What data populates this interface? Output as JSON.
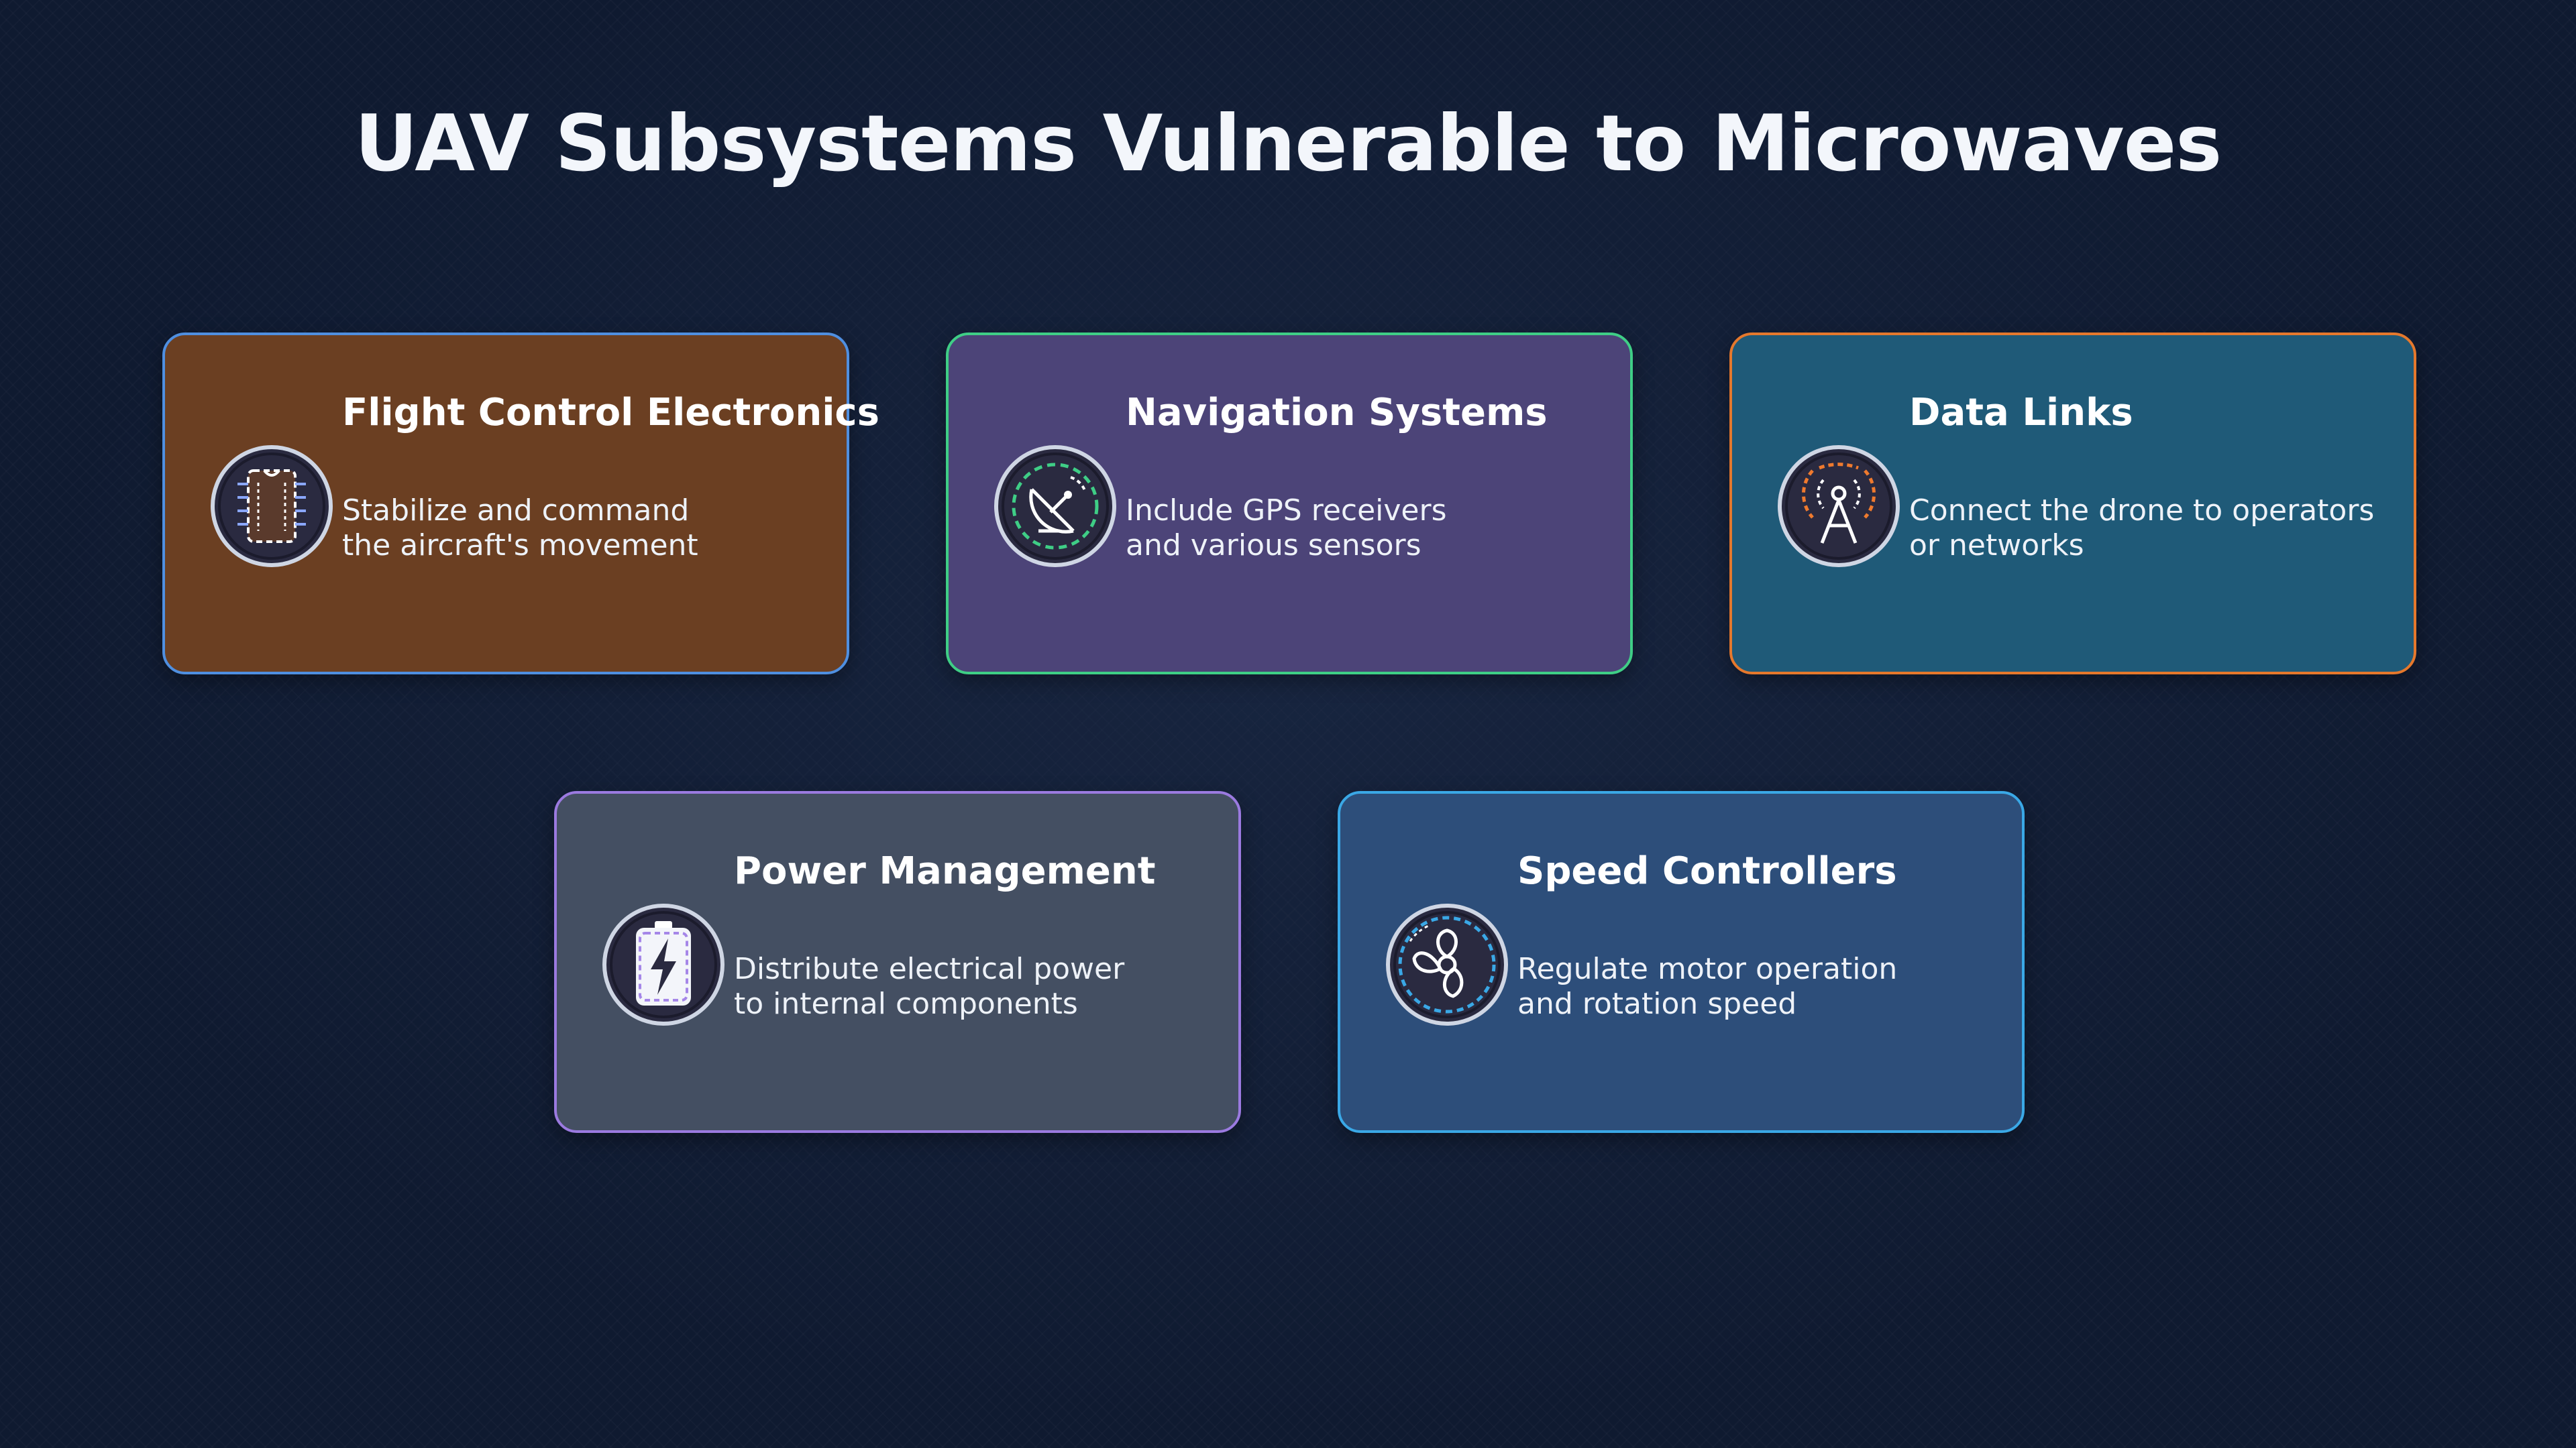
{
  "title": "UAV Subsystems Vulnerable to Microwaves",
  "cards": [
    {
      "title": "Flight Control Electronics",
      "desc_line1": "Stabilize and command",
      "desc_line2": "the aircraft's movement",
      "icon": "chip-icon",
      "bg": "#6b3f22",
      "border": "#4f8fe0",
      "accent": "#8aa7ff"
    },
    {
      "title": "Navigation Systems",
      "desc_line1": "Include GPS receivers",
      "desc_line2": "and various sensors",
      "icon": "satellite-dish-icon",
      "bg": "#4c4478",
      "border": "#3fce86",
      "accent": "#3fce86"
    },
    {
      "title": "Data Links",
      "desc_line1": "Connect the drone to operators",
      "desc_line2": "or networks",
      "icon": "antenna-tower-icon",
      "bg": "#1f5a78",
      "border": "#e5782c",
      "accent": "#ef7a2e"
    },
    {
      "title": "Power Management",
      "desc_line1": "Distribute electrical power",
      "desc_line2": "to internal components",
      "icon": "battery-bolt-icon",
      "bg": "#444f62",
      "border": "#9b7ae0",
      "accent": "#a586e8"
    },
    {
      "title": "Speed Controllers",
      "desc_line1": "Regulate motor operation",
      "desc_line2": "and rotation speed",
      "icon": "fan-icon",
      "bg": "#2d4e7a",
      "border": "#3aa8e6",
      "accent": "#3aa8e6"
    }
  ]
}
